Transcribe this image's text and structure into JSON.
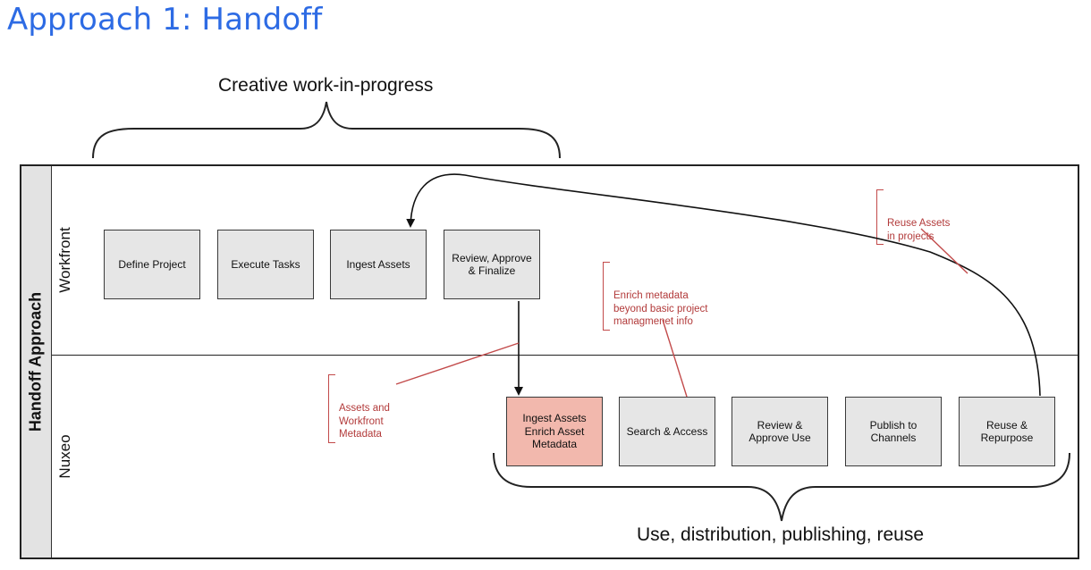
{
  "title": "Approach 1: Handoff",
  "top_brace_label": "Creative work-in-progress",
  "bottom_brace_label": "Use, distribution, publishing, reuse",
  "pool": {
    "title": "Handoff Approach"
  },
  "lanes": {
    "workfront": "Workfront",
    "nuxeo": "Nuxeo"
  },
  "workfront_steps": [
    "Define Project",
    "Execute Tasks",
    "Ingest Assets",
    "Review, Approve\n& Finalize"
  ],
  "nuxeo_steps": [
    "Ingest Assets\nEnrich Asset\nMetadata",
    "Search & Access",
    "Review &\nApprove Use",
    "Publish to\nChannels",
    "Reuse &\nRepurpose"
  ],
  "annotations": {
    "assets_metadata": "Assets and\nWorkfront\nMetadata",
    "enrich_metadata": "Enrich metadata\nbeyond basic project\nmanagmenet info",
    "reuse_assets": "Reuse Assets\nin projects"
  },
  "colors": {
    "title": "#2d6be4",
    "highlight_box": "#f2b8ad",
    "box": "#e6e6e6",
    "annotation": "#b23a3a"
  }
}
